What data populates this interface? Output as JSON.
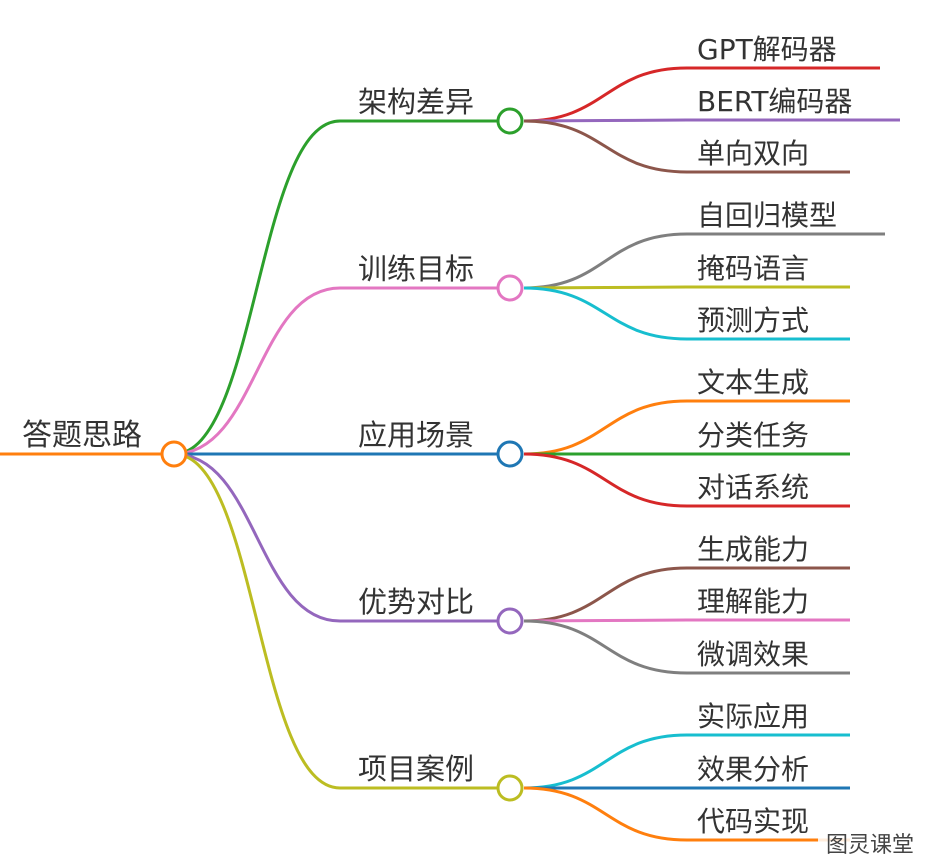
{
  "root": {
    "label": "答题思路",
    "color": "#ff7f0e"
  },
  "branches": [
    {
      "label": "架构差异",
      "color": "#2ca02c",
      "children": [
        {
          "label": "GPT解码器",
          "color": "#d62728"
        },
        {
          "label": "BERT编码器",
          "color": "#9467bd"
        },
        {
          "label": "单向双向",
          "color": "#8c564b"
        }
      ]
    },
    {
      "label": "训练目标",
      "color": "#e377c2",
      "children": [
        {
          "label": "自回归模型",
          "color": "#7f7f7f"
        },
        {
          "label": "掩码语言",
          "color": "#bcbd22"
        },
        {
          "label": "预测方式",
          "color": "#17becf"
        }
      ]
    },
    {
      "label": "应用场景",
      "color": "#1f77b4",
      "children": [
        {
          "label": "文本生成",
          "color": "#ff7f0e"
        },
        {
          "label": "分类任务",
          "color": "#2ca02c"
        },
        {
          "label": "对话系统",
          "color": "#d62728"
        }
      ]
    },
    {
      "label": "优势对比",
      "color": "#9467bd",
      "children": [
        {
          "label": "生成能力",
          "color": "#8c564b"
        },
        {
          "label": "理解能力",
          "color": "#e377c2"
        },
        {
          "label": "微调效果",
          "color": "#7f7f7f"
        }
      ]
    },
    {
      "label": "项目案例",
      "color": "#bcbd22",
      "children": [
        {
          "label": "实际应用",
          "color": "#17becf"
        },
        {
          "label": "效果分析",
          "color": "#1f77b4"
        },
        {
          "label": "代码实现",
          "color": "#ff7f0e"
        }
      ]
    }
  ],
  "watermark": "图灵课堂"
}
